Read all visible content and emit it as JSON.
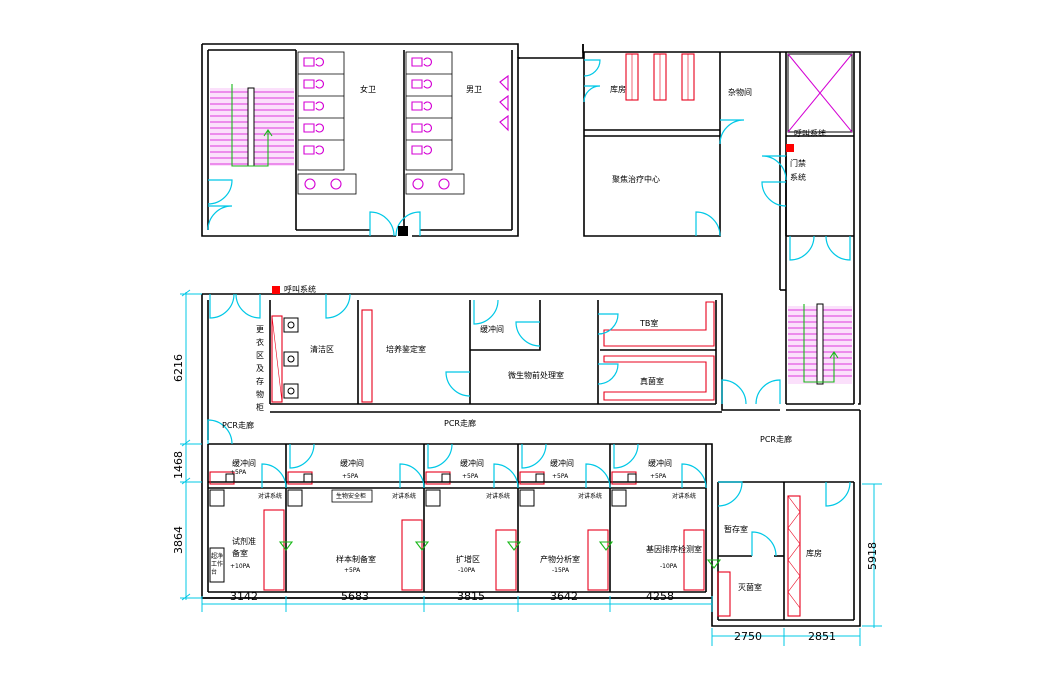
{
  "rooms": {
    "women_wc": "女卫",
    "men_wc": "男卫",
    "storeroom_top": "库房",
    "utility": "杂物间",
    "focus_center": "聚焦治疗中心",
    "call_system_top": "呼叫系统",
    "access_control": "门禁",
    "access_control_2": "系统",
    "call_system_mid": "呼叫系统",
    "changing_1": "更",
    "changing_2": "衣",
    "changing_3": "区",
    "changing_4": "及",
    "changing_5": "存",
    "changing_6": "物",
    "changing_7": "柜",
    "clean_zone": "清洁区",
    "culture_room": "培养鉴定室",
    "buffer_upper": "缓冲间",
    "micro_prep": "微生物前处理室",
    "tb_room": "TB室",
    "fungus_room": "真菌室",
    "pcr_corridor_left": "PCR走廊",
    "pcr_corridor_mid": "PCR走廊",
    "pcr_corridor_right": "PCR走廊",
    "temp_store": "暂存室",
    "sterilize": "灭菌室",
    "storeroom_bottom": "库房"
  },
  "pcr_rooms": [
    {
      "buffer": "缓冲间",
      "buffer_pa": "+5PA",
      "intercom": "对讲系统",
      "name": "试剂准",
      "name2": "备室",
      "pa": "+10PA",
      "bench_1": "超净",
      "bench_2": "工作",
      "bench_3": "台"
    },
    {
      "buffer": "缓冲间",
      "buffer_pa": "+5PA",
      "intercom": "对讲系统",
      "name": "样本制备室",
      "name2": "",
      "pa": "+5PA",
      "cabinet": "生物安全柜"
    },
    {
      "buffer": "缓冲间",
      "buffer_pa": "+5PA",
      "intercom": "对讲系统",
      "name": "扩增区",
      "name2": "",
      "pa": "-10PA"
    },
    {
      "buffer": "缓冲间",
      "buffer_pa": "+5PA",
      "intercom": "对讲系统",
      "name": "产物分析室",
      "name2": "",
      "pa": "-15PA"
    },
    {
      "buffer": "缓冲间",
      "buffer_pa": "+5PA",
      "intercom": "对讲系统",
      "name": "基因排序检测室",
      "name2": "",
      "pa": "-10PA"
    }
  ],
  "dimensions": {
    "left_6216": "6216",
    "left_1468": "1468",
    "left_3864": "3864",
    "right_5918": "5918",
    "bottom": [
      "3142",
      "5683",
      "3815",
      "3642",
      "4258"
    ],
    "bottom_right": [
      "2750",
      "2851"
    ]
  },
  "colors": {
    "wall": "#000000",
    "door": "#00c8e6",
    "equipment": "#e8001c",
    "sanitary": "#d400d4",
    "stair_arrow": "#18b818",
    "call_marker": "#ff0000"
  },
  "icons": [
    "door-swing-icon",
    "toilet-stall-icon",
    "sink-icon",
    "stair-icon",
    "fume-hood-icon",
    "call-button-icon"
  ]
}
